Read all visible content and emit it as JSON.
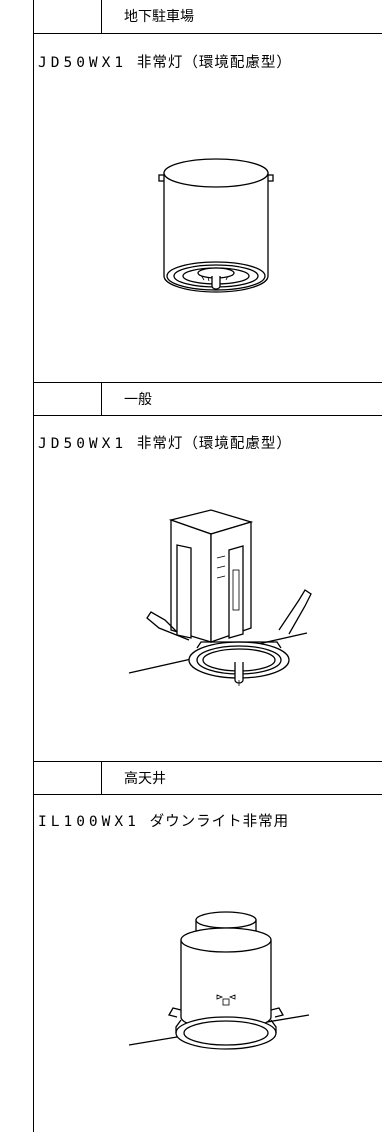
{
  "sections": [
    {
      "header": "地下駐車場",
      "model_code": "JD50WX1",
      "model_desc": "非常灯（環境配慮型）",
      "fixture_icon": "cylinder-downlight-icon"
    },
    {
      "header": "一般",
      "model_code": "JD50WX1",
      "model_desc": "非常灯（環境配慮型）",
      "fixture_icon": "recessed-downlight-icon"
    },
    {
      "header": "高天井",
      "model_code": "IL100WX1",
      "model_desc": "ダウンライト非常用",
      "fixture_icon": "high-ceiling-downlight-icon"
    }
  ]
}
